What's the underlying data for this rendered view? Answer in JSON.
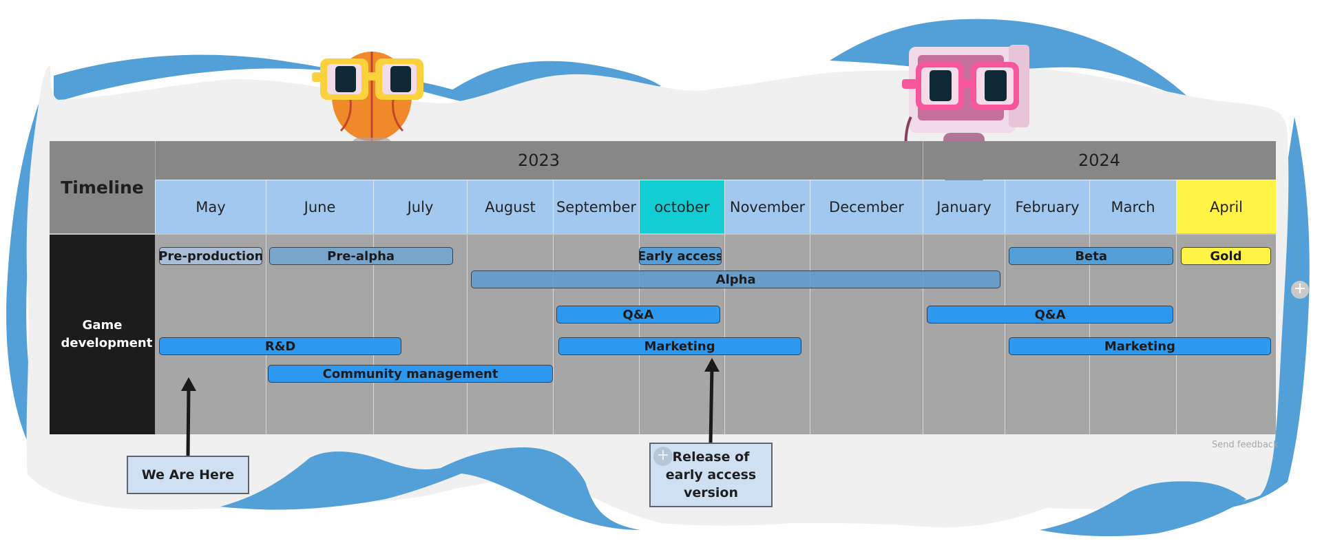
{
  "board": {
    "corner_label": "Timeline",
    "years": [
      {
        "label": "2023",
        "months": 8
      },
      {
        "label": "2024",
        "months": 4
      }
    ],
    "months": [
      {
        "label": "May",
        "state": "normal"
      },
      {
        "label": "June",
        "state": "normal"
      },
      {
        "label": "July",
        "state": "normal"
      },
      {
        "label": "August",
        "state": "normal"
      },
      {
        "label": "September",
        "state": "normal"
      },
      {
        "label": "october",
        "state": "current"
      },
      {
        "label": "November",
        "state": "normal"
      },
      {
        "label": "December",
        "state": "normal"
      },
      {
        "label": "January",
        "state": "normal"
      },
      {
        "label": "February",
        "state": "normal"
      },
      {
        "label": "March",
        "state": "normal"
      },
      {
        "label": "April",
        "state": "gold"
      }
    ],
    "row_label": "Game development",
    "colors": {
      "current_month": "#12cdd4",
      "gold": "#fff345",
      "month_header": "#a3c8f0",
      "activity_bar": "#2d98ef",
      "row_label_bg": "#1c1c1c",
      "blob": "#539fd8"
    }
  },
  "bars": [
    {
      "label": "Pre-production",
      "start": 0.04,
      "end": 0.97,
      "lane": 0,
      "style": "phase-light"
    },
    {
      "label": "Pre-alpha",
      "start": 1.03,
      "end": 2.85,
      "lane": 0,
      "style": "phase-mid"
    },
    {
      "label": "Early access",
      "start": 5.0,
      "end": 5.97,
      "lane": 0,
      "style": "phase-beta"
    },
    {
      "label": "Beta",
      "start": 9.05,
      "end": 10.97,
      "lane": 0,
      "style": "phase-beta"
    },
    {
      "label": "Gold",
      "start": 11.05,
      "end": 11.95,
      "lane": 0,
      "style": "gold"
    },
    {
      "label": "Alpha",
      "start": 3.05,
      "end": 8.95,
      "lane": 1,
      "style": "phase-alpha"
    },
    {
      "label": "Q&A",
      "start": 4.04,
      "end": 5.95,
      "lane": 2,
      "style": "activity"
    },
    {
      "label": "Q&A",
      "start": 8.05,
      "end": 10.97,
      "lane": 2,
      "style": "activity"
    },
    {
      "label": "R&D",
      "start": 0.04,
      "end": 2.3,
      "lane": 3,
      "style": "activity"
    },
    {
      "label": "Marketing",
      "start": 4.06,
      "end": 6.9,
      "lane": 3,
      "style": "activity"
    },
    {
      "label": "Marketing",
      "start": 9.05,
      "end": 11.95,
      "lane": 3,
      "style": "activity"
    },
    {
      "label": "Community management",
      "start": 1.02,
      "end": 4.0,
      "lane": 4,
      "style": "activity"
    }
  ],
  "notes": {
    "we_are_here": "We Are Here",
    "release_line1": "Release of",
    "release_line2": "early access",
    "release_line3": "version",
    "release_plus": "+"
  },
  "footer": {
    "send_feedback": "Send feedback",
    "add_button": "+"
  }
}
